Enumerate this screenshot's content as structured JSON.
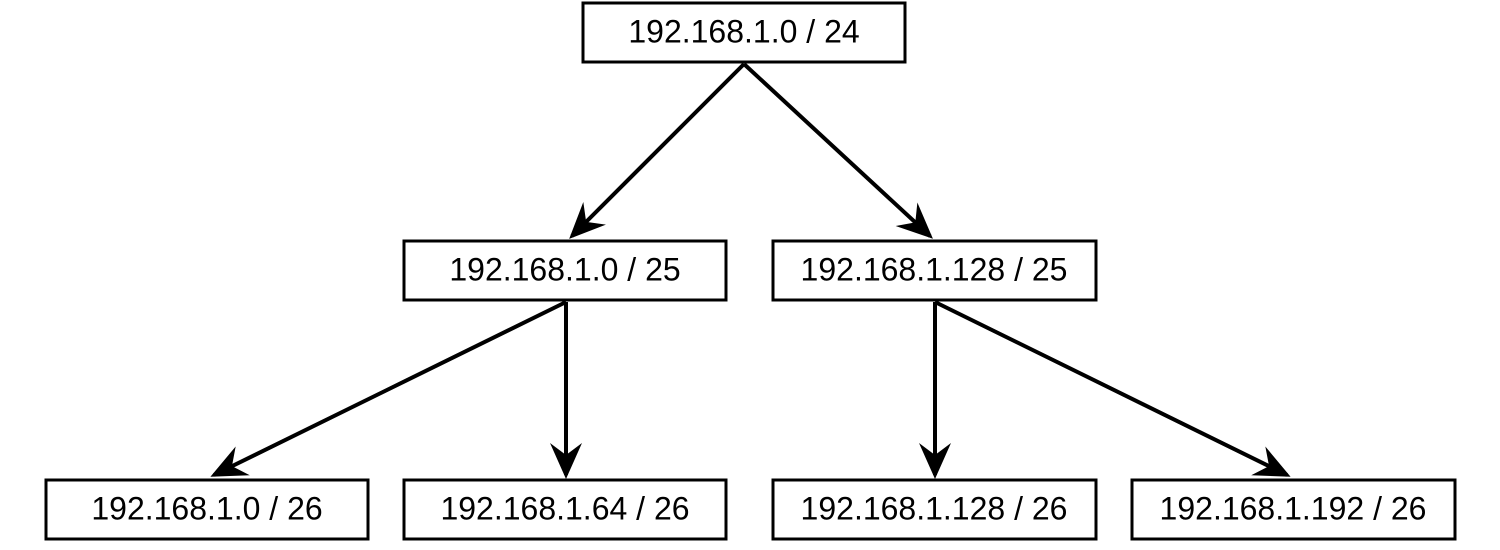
{
  "colors": {
    "background": "#ffffff",
    "stroke": "#000000",
    "text": "#000000"
  },
  "tree": {
    "root": {
      "label": "192.168.1.0 / 24"
    },
    "level2": [
      {
        "label": "192.168.1.0 / 25"
      },
      {
        "label": "192.168.1.128 / 25"
      }
    ],
    "level3": [
      {
        "label": "192.168.1.0 / 26"
      },
      {
        "label": "192.168.1.64 / 26"
      },
      {
        "label": "192.168.1.128 / 26"
      },
      {
        "label": "192.168.1.192 / 26"
      }
    ]
  }
}
